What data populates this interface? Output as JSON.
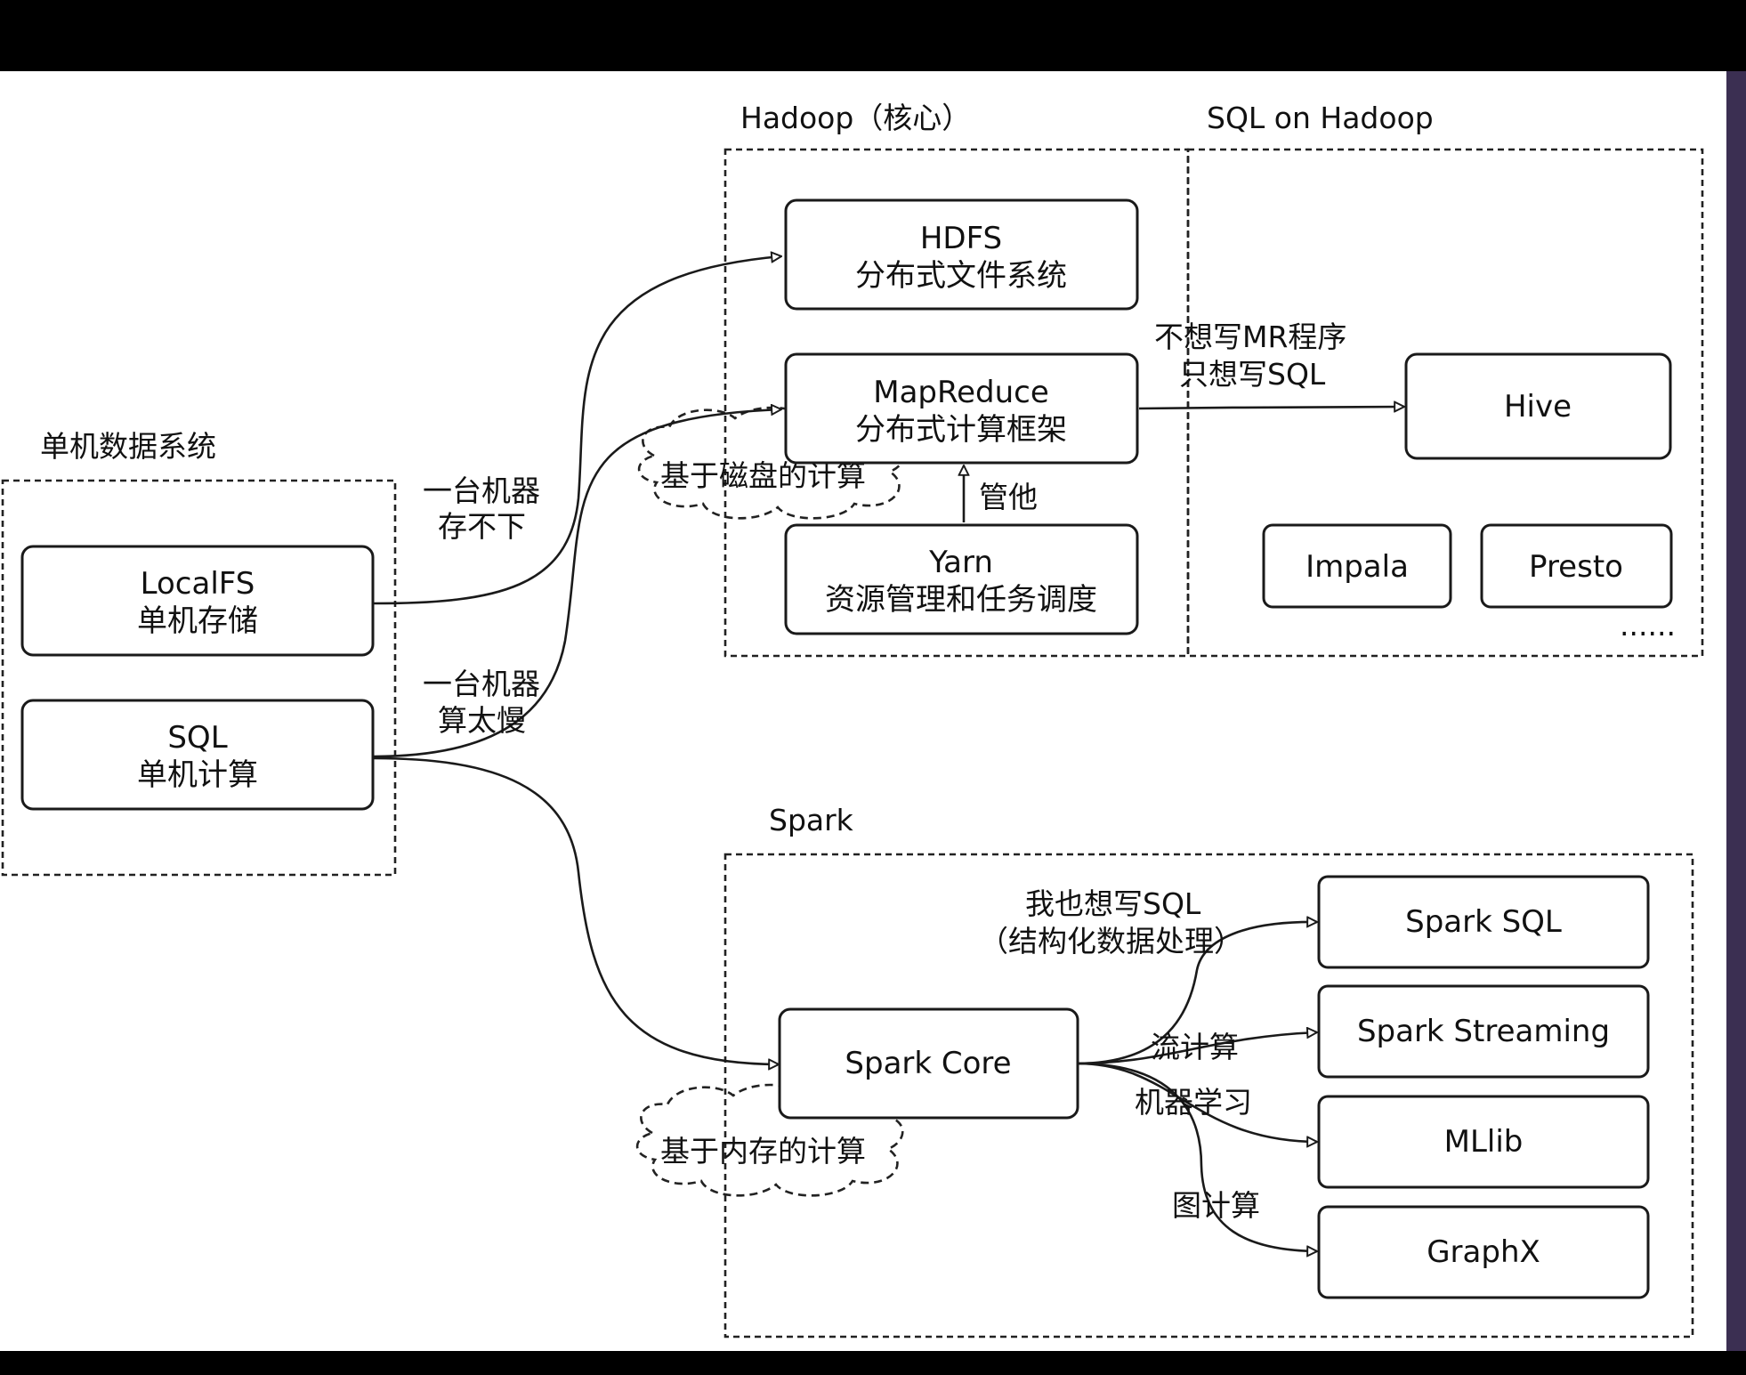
{
  "colors": {
    "frame": "#000000",
    "canvas": "#ffffff",
    "side_bar": "#3b2f52",
    "ink": "#111111"
  },
  "groups": {
    "single": "单机数据系统",
    "hadoop": "Hadoop（核心）",
    "sql_on_hadoop": "SQL on Hadoop",
    "spark": "Spark"
  },
  "nodes": {
    "localfs": {
      "line1": "LocalFS",
      "line2": "单机存储"
    },
    "sql": {
      "line1": "SQL",
      "line2": "单机计算"
    },
    "hdfs": {
      "line1": "HDFS",
      "line2": "分布式文件系统"
    },
    "mapreduce": {
      "line1": "MapReduce",
      "line2": "分布式计算框架"
    },
    "yarn": {
      "line1": "Yarn",
      "line2": "资源管理和任务调度"
    },
    "hive": "Hive",
    "impala": "Impala",
    "presto": "Presto",
    "more": "......",
    "spark_core": "Spark Core",
    "spark_sql": "Spark SQL",
    "spark_streaming": "Spark Streaming",
    "mllib": "MLlib",
    "graphx": "GraphX"
  },
  "edge_labels": {
    "storage_limit": {
      "line1": "一台机器",
      "line2": "存不下"
    },
    "compute_slow": {
      "line1": "一台机器",
      "line2": "算太慢"
    },
    "manages": "管他",
    "to_hive": {
      "line1": "不想写MR程序",
      "line2": "只想写SQL"
    },
    "to_spark_sql": {
      "line1": "我也想写SQL",
      "line2": "（结构化数据处理）"
    },
    "stream": "流计算",
    "ml": "机器学习",
    "graph": "图计算"
  },
  "notes": {
    "disk": "基于磁盘的计算",
    "memory": "基于内存的计算"
  }
}
